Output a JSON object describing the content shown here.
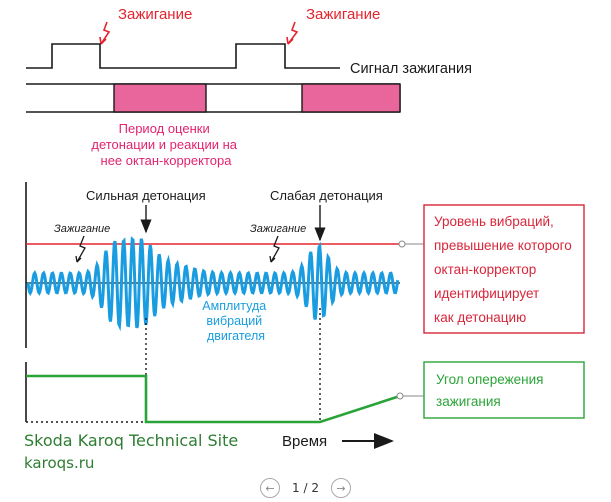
{
  "diagram": {
    "ignition_label_1": "Зажигание",
    "ignition_label_2": "Зажигание",
    "ignition_signal_label": "Сигнал зажигания",
    "evaluation_period_lines": [
      "Период оценки",
      "детонации и реакции на",
      "нее октан-корректора"
    ],
    "strong_knock_label": "Сильная детонация",
    "weak_knock_label": "Слабая детонация",
    "small_ignition_label_1": "Зажигание",
    "small_ignition_label_2": "Зажигание",
    "amplitude_lines": [
      "Амплитуда",
      "вибраций",
      "двигателя"
    ],
    "vibration_box_lines": [
      "Уровень вибраций,",
      "превышение которого",
      "октан-корректор",
      "идентифицирует",
      "как детонацию"
    ],
    "advance_box_lines": [
      "Угол опережения",
      "зажигания"
    ],
    "time_label": "Время",
    "colors": {
      "red": "#e4252f",
      "magenta_fill": "#e8669b",
      "magenta_text": "#e2246f",
      "blue": "#1a9de0",
      "green": "#2aa438",
      "black": "#1a1a1a"
    }
  },
  "watermark": {
    "line1": "Skoda Karoq Technical Site",
    "line2": "karoqs.ru"
  },
  "pager": {
    "prev_icon": "chevron-left-icon",
    "text": "1 / 2",
    "next_icon": "chevron-right-icon"
  }
}
